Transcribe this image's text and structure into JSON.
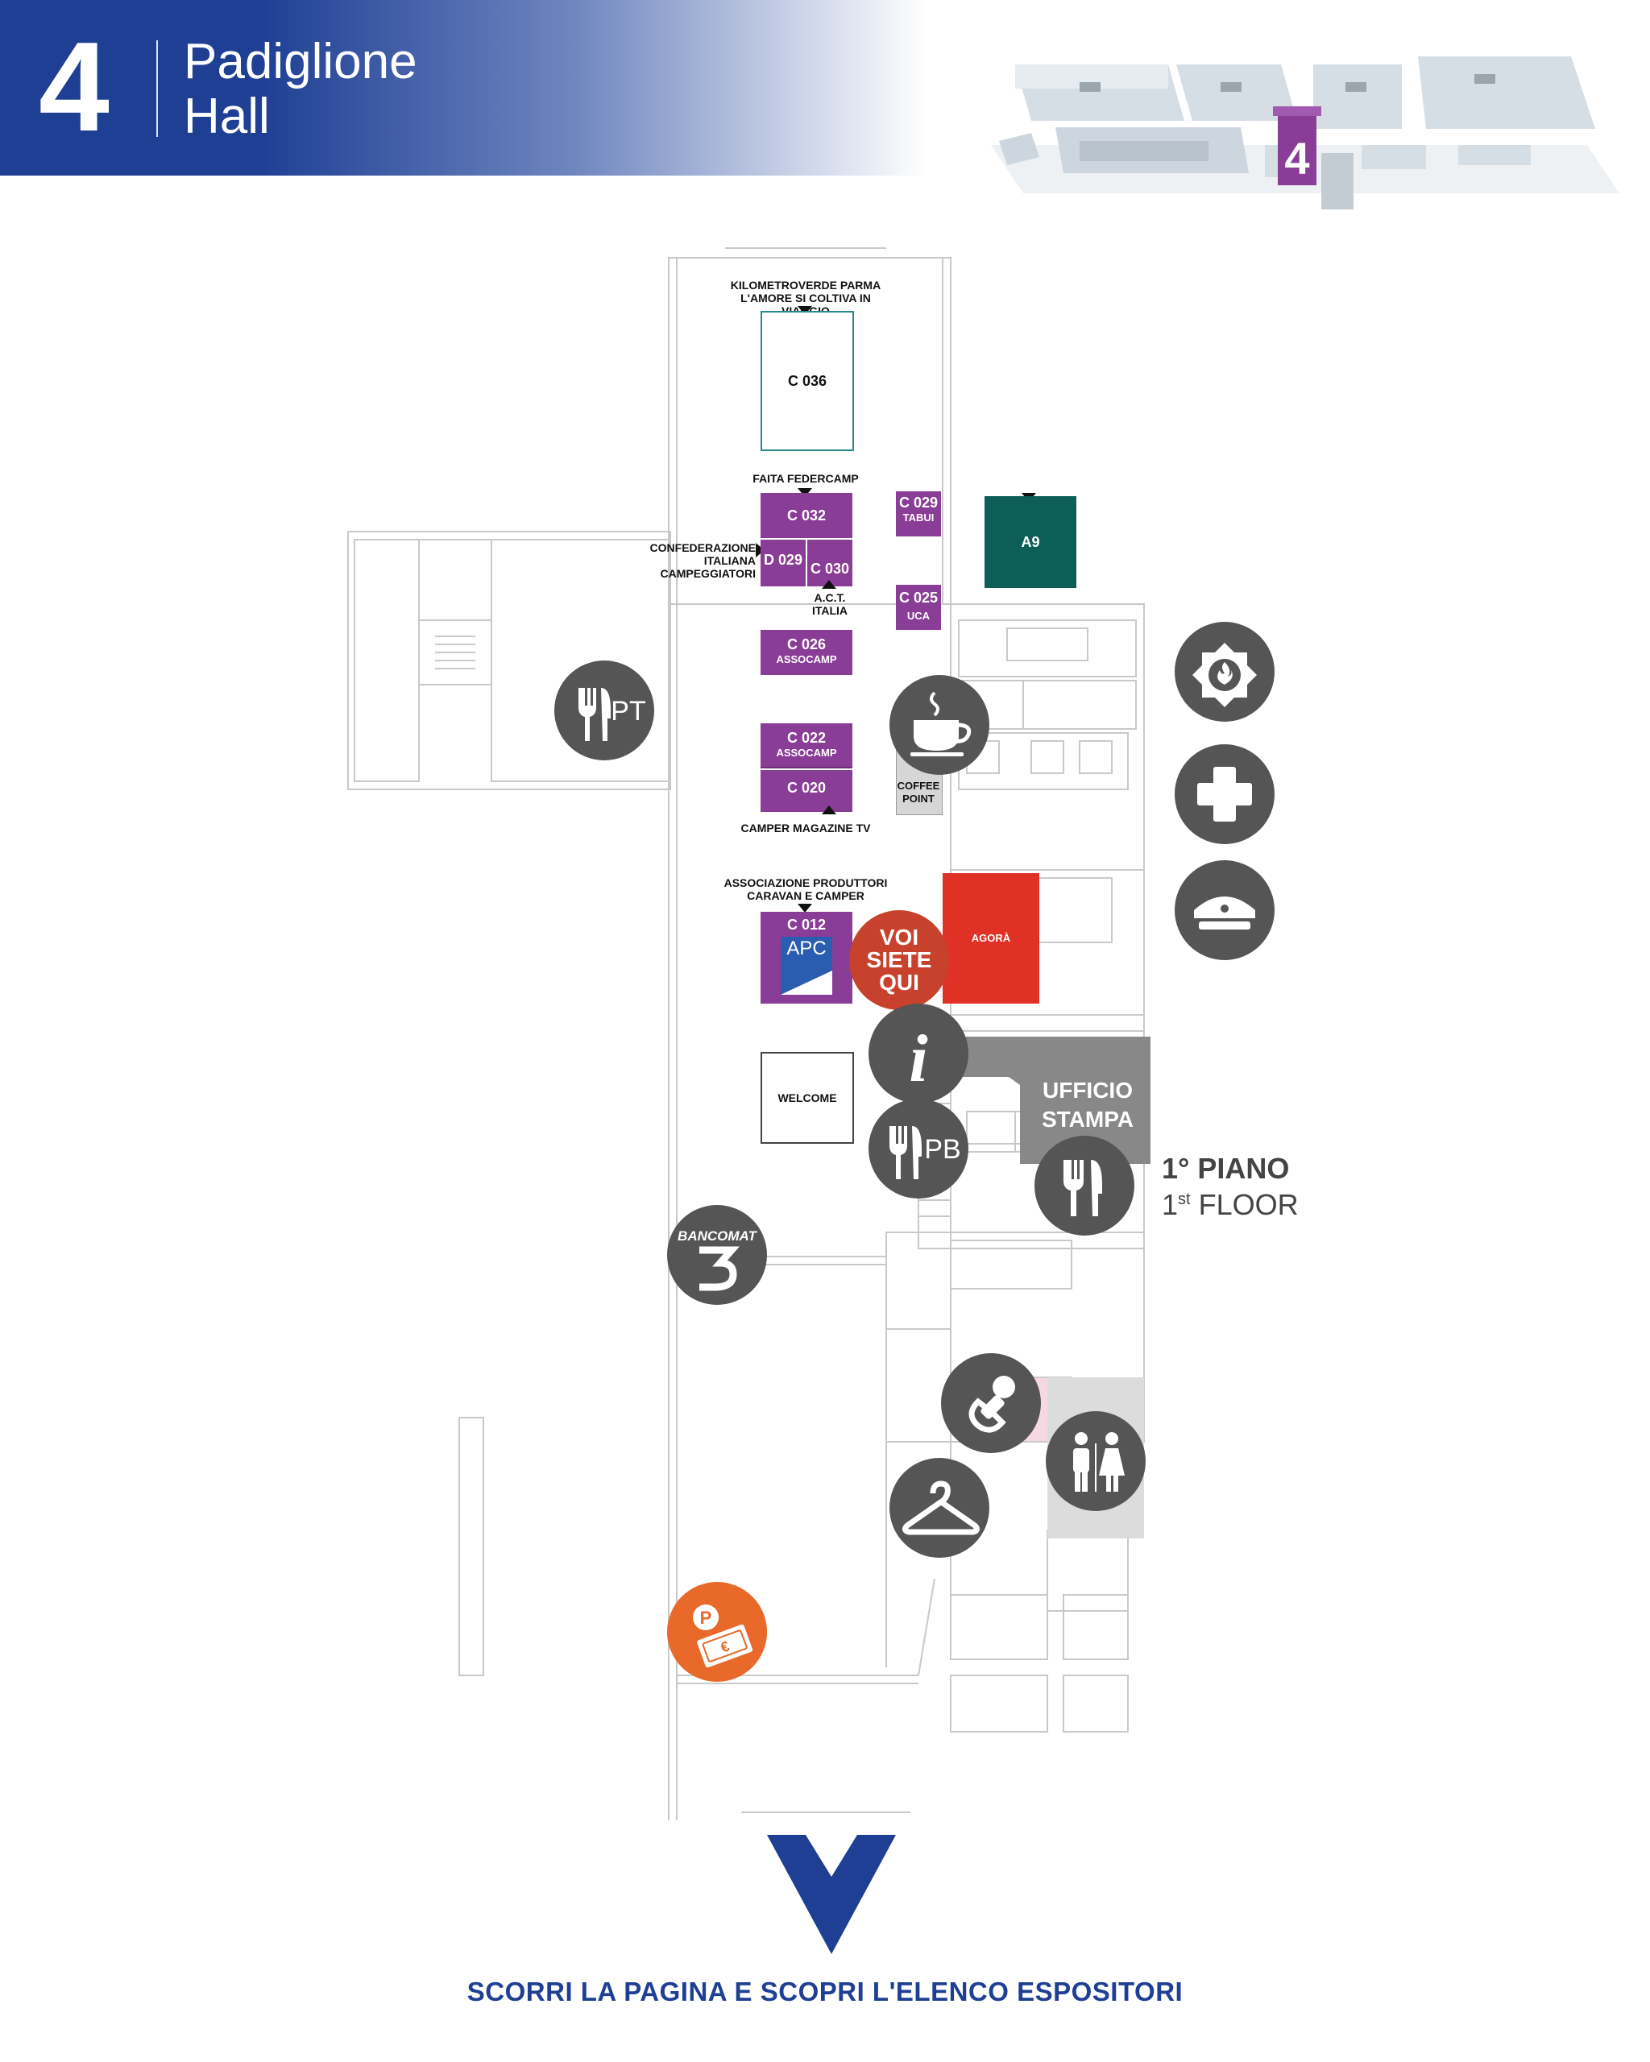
{
  "header": {
    "hall_number": "4",
    "title_line1": "Padiglione",
    "title_line2": "Hall"
  },
  "overview": {
    "highlight_label": "4"
  },
  "colors": {
    "header_blue": "#1e3f94",
    "booth_purple": "#8a3d96",
    "agora_red": "#e03127",
    "a9_green": "#0d5e57",
    "press_grey": "#888888",
    "service_grey": "#555555",
    "you_are_here": "#c8412c",
    "parking_orange": "#e8692a"
  },
  "booths": {
    "c036": {
      "code": "C 036",
      "exhibitor": "KILOMETROVERDE PARMA L'AMORE SI COLTIVA IN VIAGGIO"
    },
    "c032": {
      "code": "C 032",
      "exhibitor": "FAITA FEDERCAMP"
    },
    "d029": {
      "code": "D 029",
      "exhibitor_line1": "CONFEDERAZIONE",
      "exhibitor_line2": "ITALIANA",
      "exhibitor_line3": "CAMPEGGIATORI"
    },
    "c030": {
      "code": "C 030",
      "exhibitor_line1": "A.C.T.",
      "exhibitor_line2": "ITALIA"
    },
    "c029": {
      "code": "C 029",
      "sub": "TABUI"
    },
    "c025": {
      "code": "C 025",
      "sub": "UCA"
    },
    "a9": {
      "code": "A9"
    },
    "c026": {
      "code": "C 026",
      "sub": "ASSOCAMP"
    },
    "c022": {
      "code": "C 022",
      "sub": "ASSOCAMP"
    },
    "c020": {
      "code": "C 020",
      "exhibitor": "CAMPER MAGAZINE TV"
    },
    "c012": {
      "code": "C 012",
      "exhibitor_line1": "ASSOCIAZIONE PRODUTTORI",
      "exhibitor_line2": "CARAVAN E CAMPER",
      "logo_text": "APC"
    }
  },
  "areas": {
    "coffee_point_line1": "COFFEE",
    "coffee_point_line2": "POINT",
    "agora": "AGORÀ",
    "welcome": "WELCOME",
    "press_office_line1": "UFFICIO",
    "press_office_line2": "STAMPA",
    "floor_it": "1° PIANO",
    "floor_en_pre": "1",
    "floor_en_sup": "st",
    "floor_en_post": " FLOOR"
  },
  "you_are_here": {
    "line1": "VOI",
    "line2": "SIETE",
    "line3": "QUI"
  },
  "services": {
    "restaurant_pt": "PT",
    "restaurant_pb": "PB",
    "info": "i",
    "bancomat": "BANCOMAT",
    "parking_letter": "P",
    "parking_currency": "€"
  },
  "icons": [
    "restaurant-icon",
    "coffee-icon",
    "fire-brigade-icon",
    "first-aid-icon",
    "police-icon",
    "info-icon",
    "bancomat-icon",
    "baby-care-icon",
    "restrooms-icon",
    "cloakroom-icon",
    "parking-payment-icon",
    "scroll-down-chevron-icon"
  ],
  "footer": {
    "cta": "SCORRI LA PAGINA E SCOPRI L'ELENCO ESPOSITORI"
  }
}
